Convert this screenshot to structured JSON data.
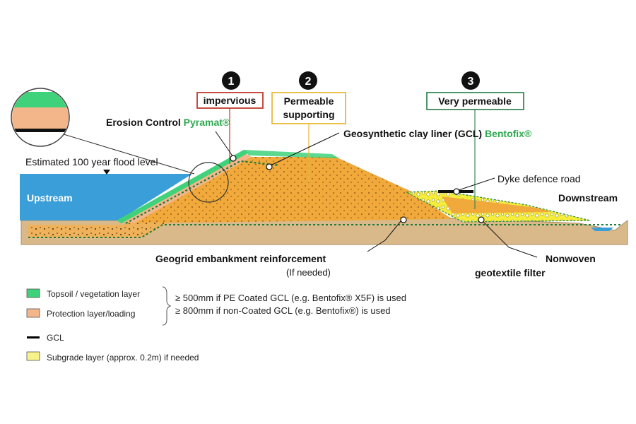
{
  "zones": {
    "impervious": {
      "number": "1",
      "label": "impervious"
    },
    "permeable": {
      "number": "2",
      "label_line1": "Permeable",
      "label_line2": "supporting"
    },
    "very_permeable": {
      "number": "3",
      "label": "Very permeable"
    }
  },
  "callouts": {
    "erosion_control": "Erosion Control",
    "erosion_product": "Pyramat®",
    "gcl": "Geosynthetic clay liner (GCL)",
    "gcl_product": "Bentofix®",
    "flood_level": "Estimated 100 year flood level",
    "upstream": "Upstream",
    "downstream": "Downstream",
    "dyke_road": "Dyke defence road",
    "geogrid": "Geogrid embankment reinforcement",
    "geogrid_note": "(If needed)",
    "nonwoven_line1": "Nonwoven",
    "nonwoven_line2": "geotextile filter"
  },
  "legend": {
    "items": [
      {
        "label": "Topsoil / vegetation layer",
        "color": "#3fd27a"
      },
      {
        "label": "Protection layer/loading",
        "color": "#f2b68a"
      },
      {
        "label": "GCL",
        "color": "#000000"
      },
      {
        "label": "Subgrade layer (approx. 0.2m) if needed",
        "color": "#f8f28a"
      }
    ],
    "notes": [
      "≥ 500mm if PE Coated GCL (e.g. Bentofix® X5F) is used",
      "≥ 800mm if non-Coated GCL (e.g. Bentofix®) is used"
    ]
  },
  "colors": {
    "accent_green": "#2fa84f",
    "impervious_border": "#c0392b",
    "permeable_border": "#e8b93a",
    "very_permeable_border": "#3a8a5a",
    "water": "#3a9fd8",
    "fill": "#f0a93a",
    "ground": "#d9b98a"
  }
}
